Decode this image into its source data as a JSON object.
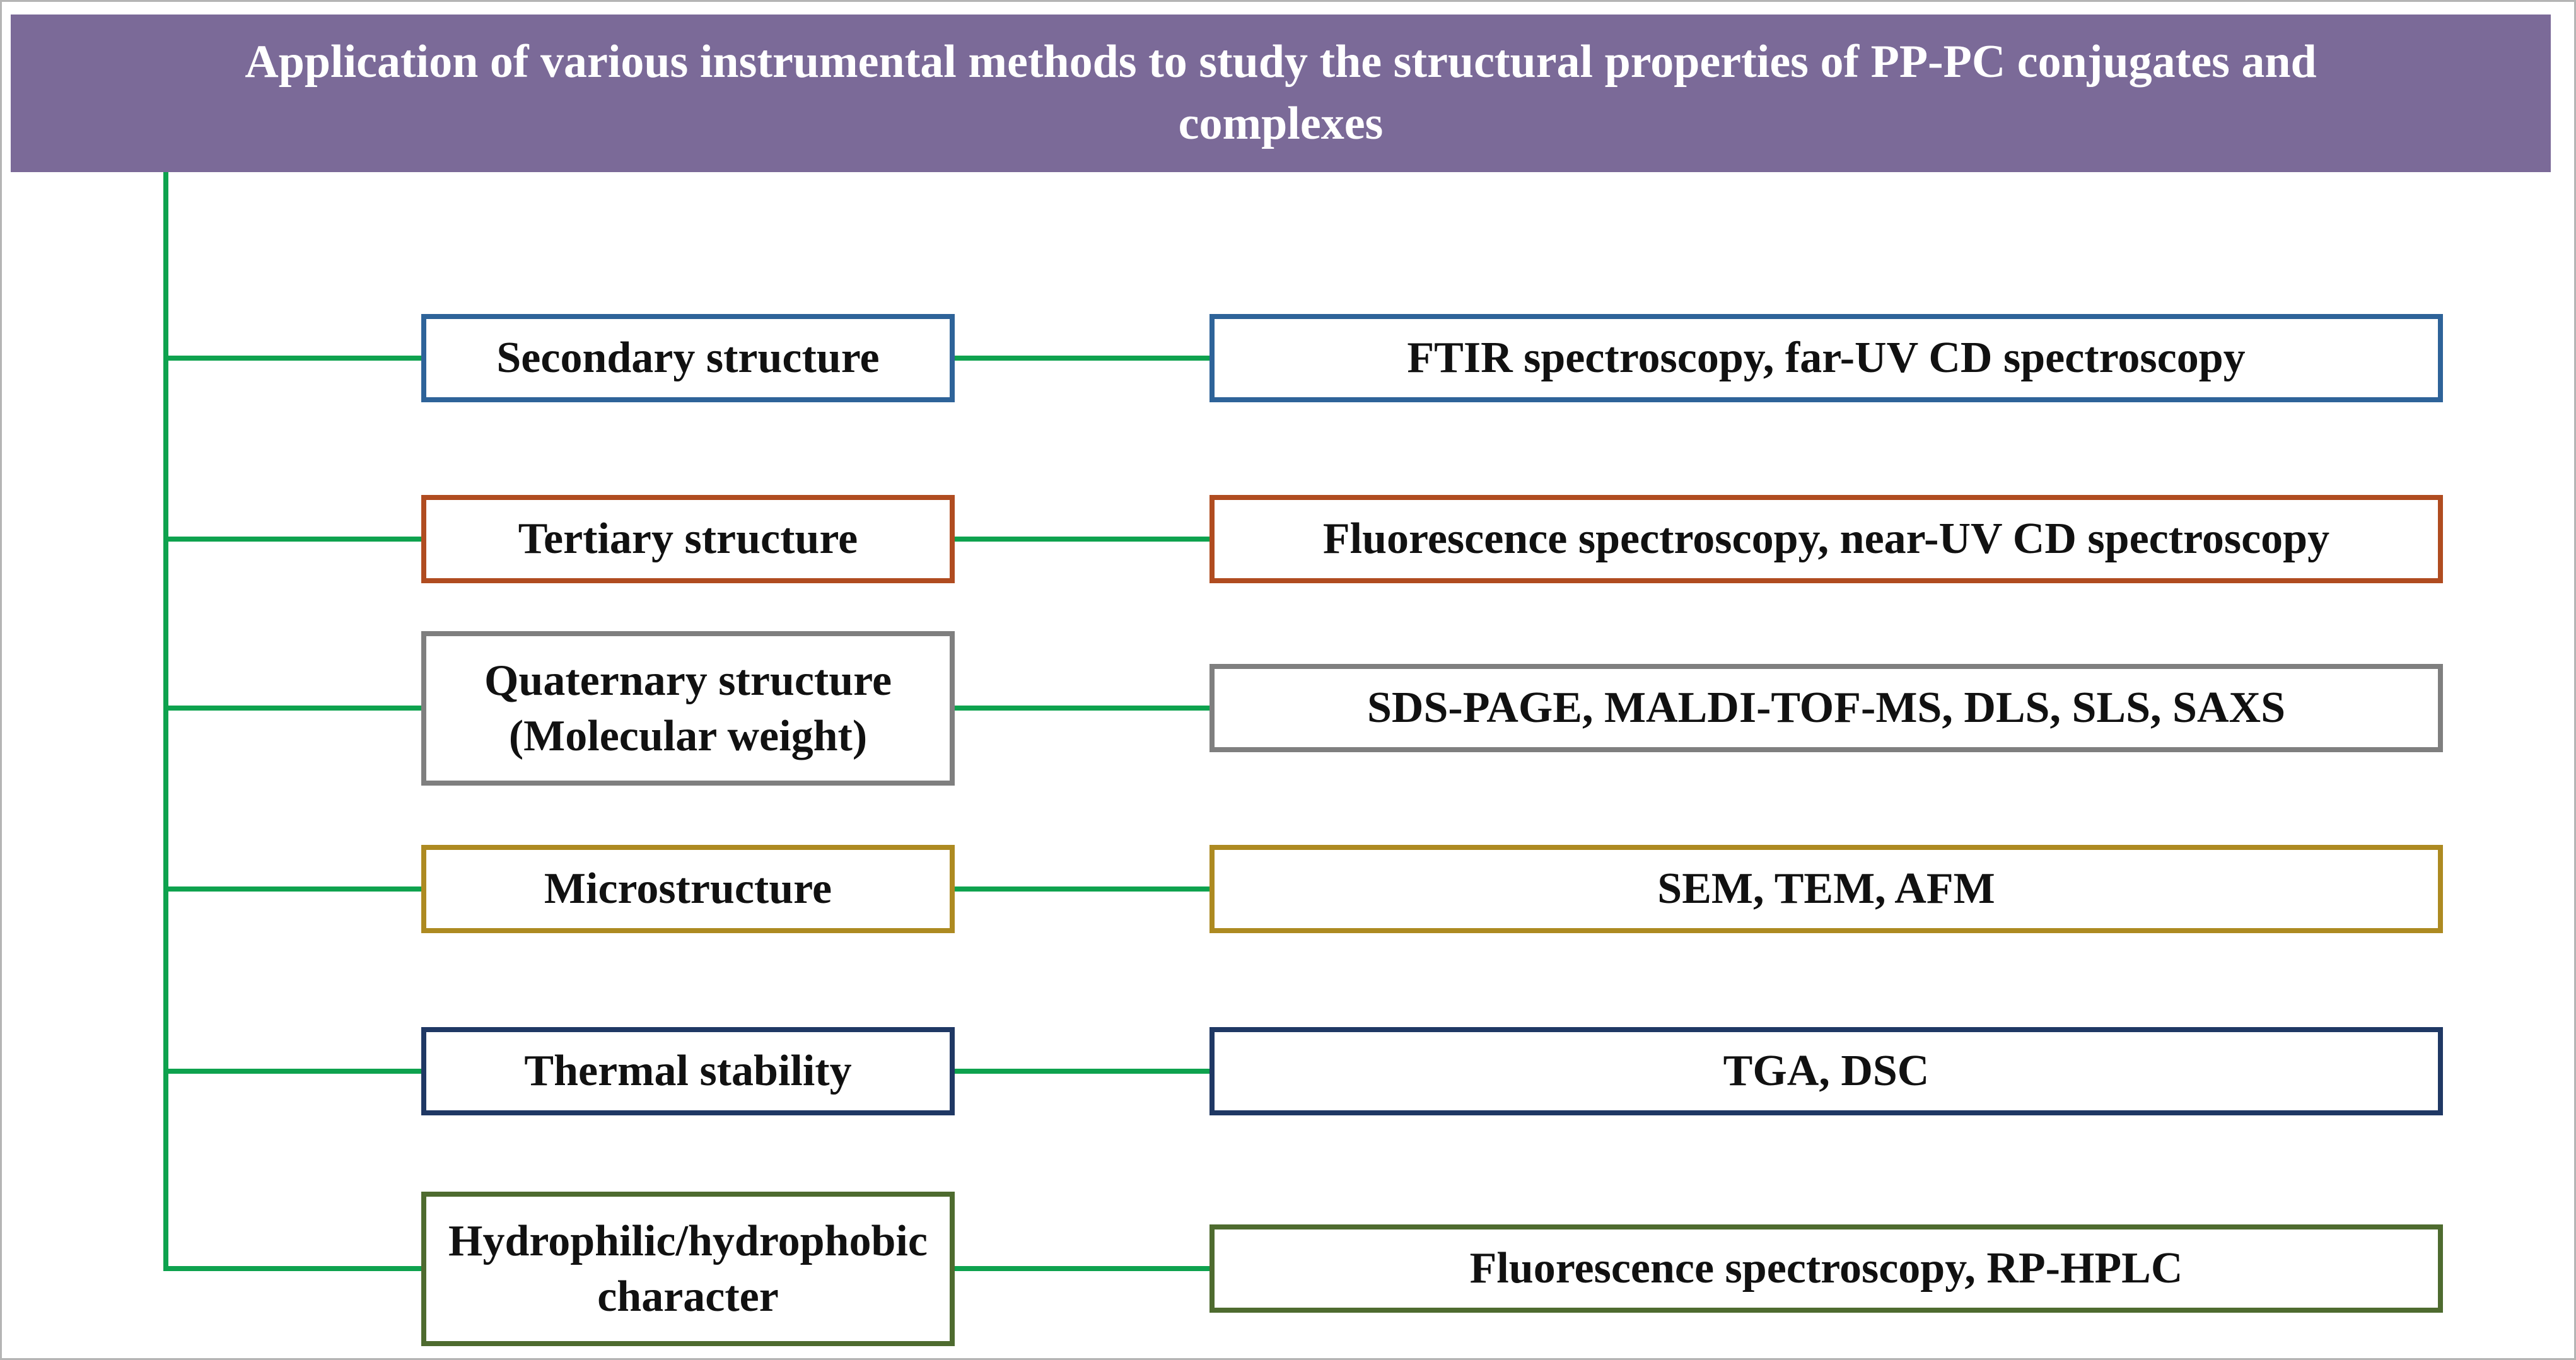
{
  "title": "Application of various instrumental methods to study the structural properties of PP-PC conjugates and complexes",
  "colors": {
    "header_bg": "#7b6a98",
    "header_text": "#ffffff",
    "connector": "#0ea24e",
    "frame": "#b5b5b5"
  },
  "rows": [
    {
      "property": "Secondary structure",
      "methods": "FTIR spectroscopy, far-UV CD spectroscopy",
      "border": "#2e6399"
    },
    {
      "property": "Tertiary structure",
      "methods": "Fluorescence spectroscopy, near-UV CD spectroscopy",
      "border": "#b04c20"
    },
    {
      "property": "Quaternary structure (Molecular weight)",
      "methods": "SDS-PAGE, MALDI-TOF-MS, DLS, SLS, SAXS",
      "border": "#7f7f7f"
    },
    {
      "property": "Microstructure",
      "methods": "SEM, TEM, AFM",
      "border": "#ad8a21"
    },
    {
      "property": "Thermal stability",
      "methods": "TGA, DSC",
      "border": "#1f3864"
    },
    {
      "property": "Hydrophilic/hydrophobic character",
      "methods": "Fluorescence spectroscopy, RP-HPLC",
      "border": "#4e6b2f"
    }
  ]
}
